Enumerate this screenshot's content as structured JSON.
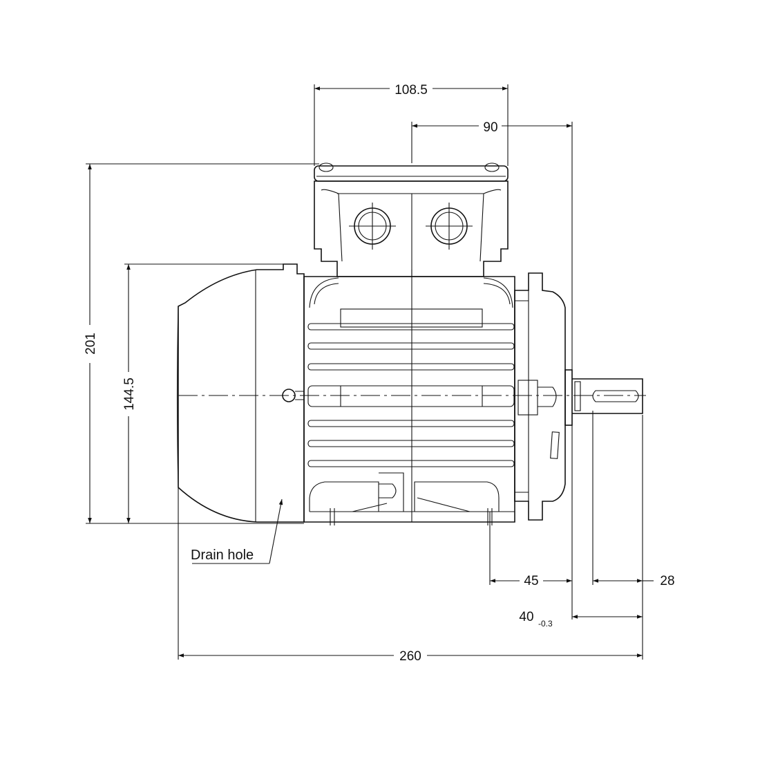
{
  "dimensions": {
    "terminal_box_width": "108.5",
    "box_to_flange": "90",
    "overall_height": "201",
    "frame_height": "144.5",
    "foot_to_flange": "45",
    "shaft_keyway": "28",
    "shaft_length": "40",
    "shaft_tolerance": "-0.3",
    "overall_length": "260"
  },
  "labels": {
    "drain_hole": "Drain hole"
  }
}
